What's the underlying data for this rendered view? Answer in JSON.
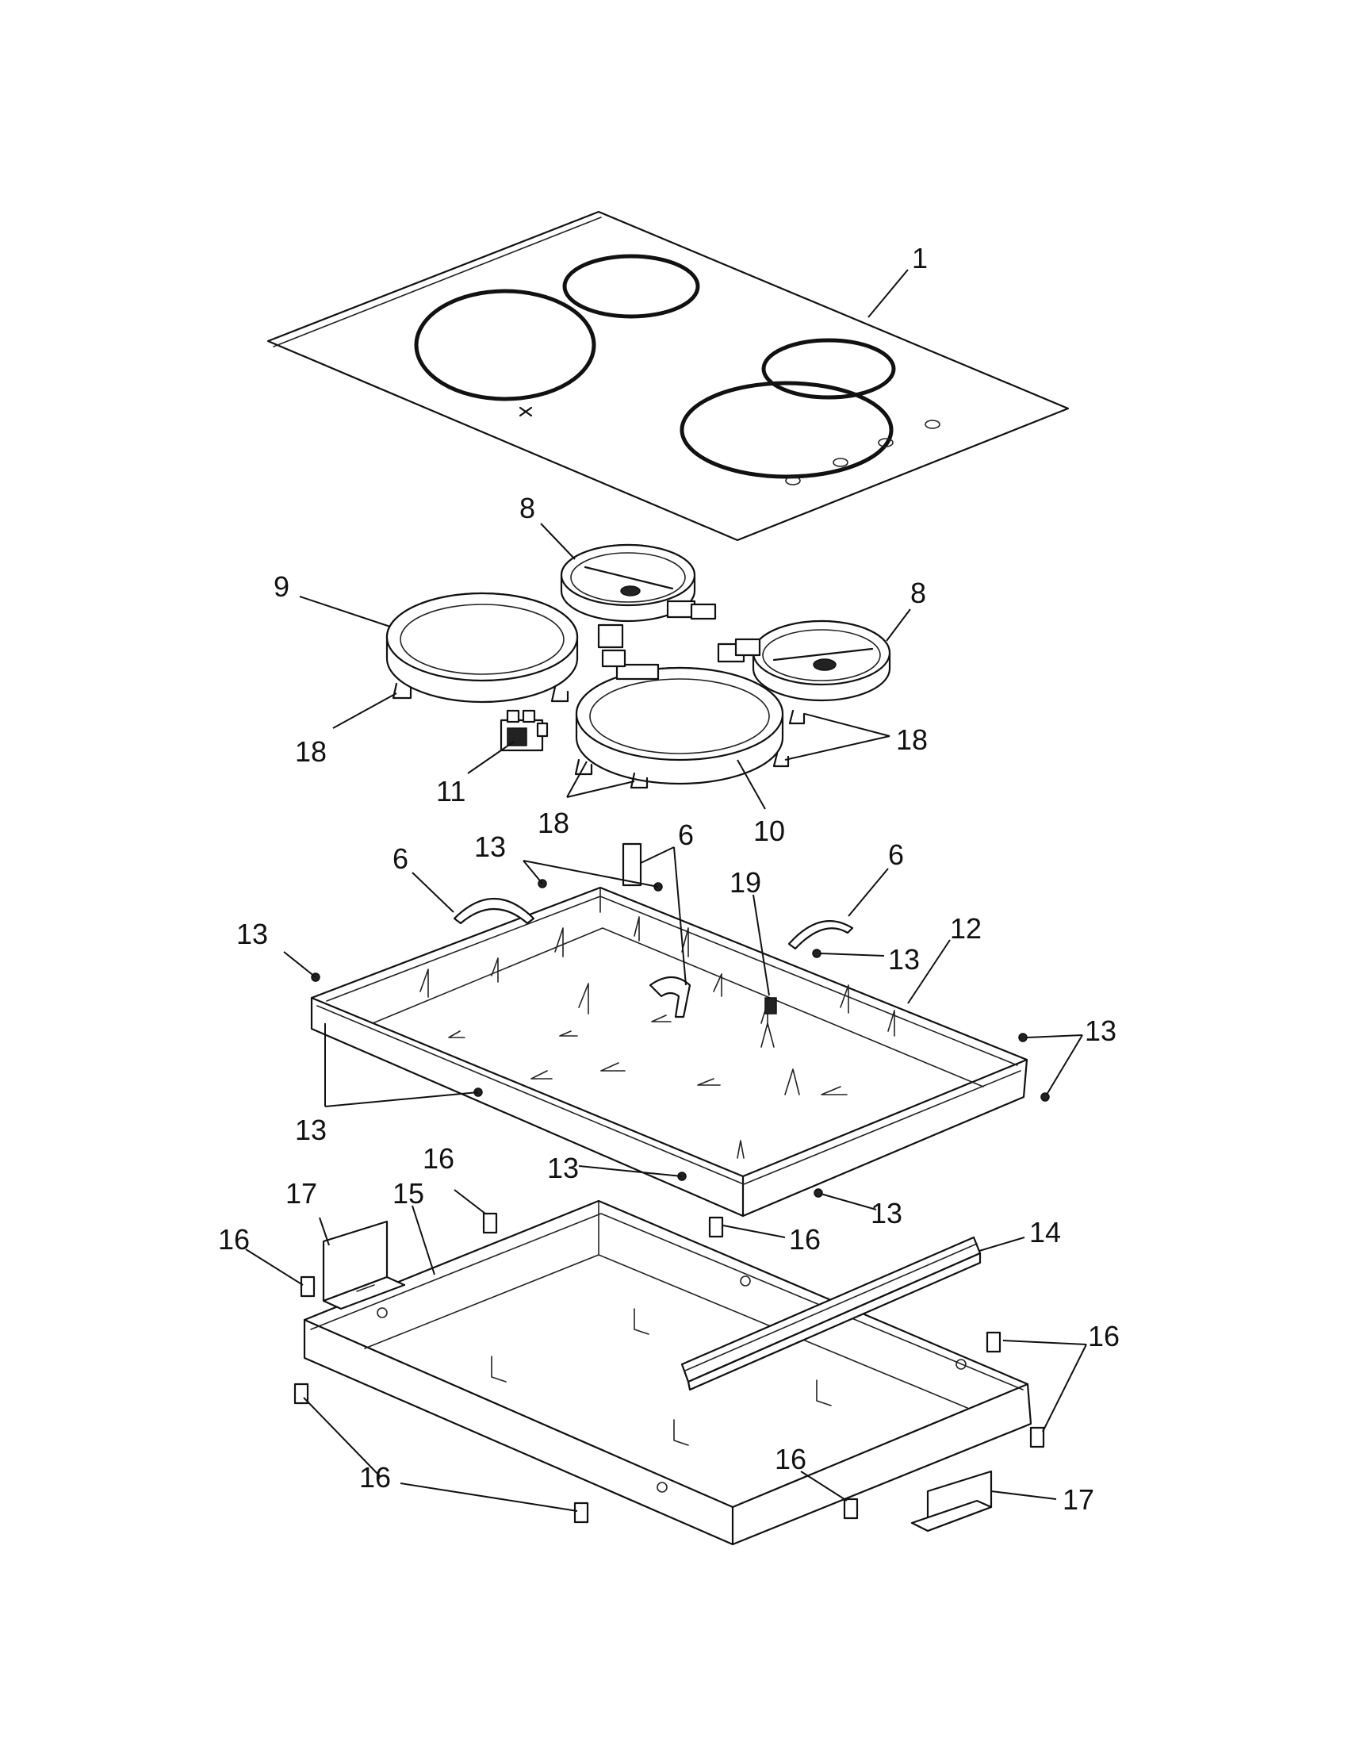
{
  "labels": {
    "part_1": "1",
    "part_8_rear": "8",
    "part_8_right": "8",
    "part_9": "9",
    "part_18_left": "18",
    "part_18_right": "18",
    "part_18_bottom": "18",
    "part_11": "11",
    "part_10": "10",
    "part_6_left": "6",
    "part_6_center": "6",
    "part_6_right": "6",
    "part_13_top": "13",
    "part_13_left": "13",
    "part_13_right_upper": "13",
    "part_13_right": "13",
    "part_13_left_lower": "13",
    "part_13_center": "13",
    "part_13_bottom_right": "13",
    "part_19": "19",
    "part_12": "12",
    "part_17_left": "17",
    "part_17_right": "17",
    "part_16_left": "16",
    "part_16_top": "16",
    "part_16_mid": "16",
    "part_16_right": "16",
    "part_16_bottom_left": "16",
    "part_16_bottom_right": "16",
    "part_15": "15",
    "part_14": "14"
  }
}
